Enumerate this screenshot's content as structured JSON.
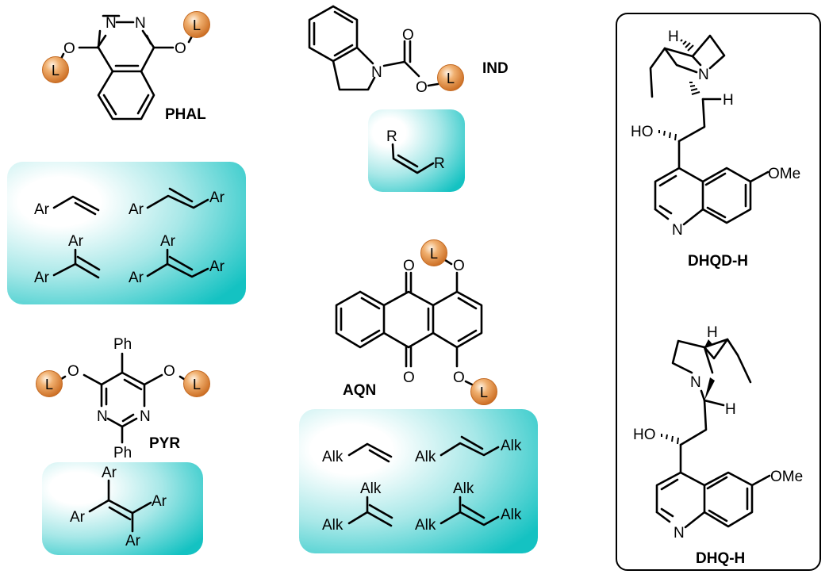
{
  "colors": {
    "ligand_ball": "#d9822b",
    "ligand_ball_highlight": "#fbe3c8",
    "substrate_box": "#19c3c3",
    "substrate_box_highlight": "#ffffff",
    "frame_border": "#000000"
  },
  "ligands": {
    "phal": {
      "name": "PHAL",
      "atoms": {
        "n1": "N",
        "n2": "N",
        "o_left": "O",
        "o_right": "O"
      },
      "ball": "L"
    },
    "ind": {
      "name": "IND",
      "atoms": {
        "n": "N",
        "o_carbonyl": "O",
        "o_ester": "O"
      },
      "ball": "L"
    },
    "pyr": {
      "name": "PYR",
      "atoms": {
        "ph_top": "Ph",
        "ph_bottom": "Ph",
        "n_left": "N",
        "n_right": "N",
        "o_left": "O",
        "o_right": "O"
      },
      "ball": "L"
    },
    "aqn": {
      "name": "AQN",
      "atoms": {
        "o_top_carbonyl": "O",
        "o_bottom_carbonyl": "O",
        "o_top": "O",
        "o_bottom": "O"
      },
      "ball": "L"
    }
  },
  "substrates": {
    "phal_box": {
      "group": "Ar",
      "items": [
        "monosubstituted",
        "trans-disubstituted",
        "1,1-disubstituted",
        "trisubstituted"
      ]
    },
    "ind_box": {
      "group": "R",
      "items": [
        "cis-disubstituted"
      ]
    },
    "pyr_box": {
      "group": "Ar",
      "items": [
        "tetrasubstituted"
      ]
    },
    "aqn_box": {
      "group": "Alk",
      "items": [
        "monosubstituted",
        "trans-disubstituted",
        "1,1-disubstituted",
        "trisubstituted"
      ]
    }
  },
  "alkaloids": {
    "dhqd": {
      "name": "DHQD-H",
      "atoms": {
        "h_top": "H",
        "n_quin": "N",
        "h_c9": "H",
        "ho": "HO",
        "ome": "OMe",
        "n_ar": "N"
      }
    },
    "dhq": {
      "name": "DHQ-H",
      "atoms": {
        "h_top": "H",
        "n_quin": "N",
        "h_c9": "H",
        "ho": "HO",
        "ome": "OMe",
        "n_ar": "N"
      }
    }
  }
}
